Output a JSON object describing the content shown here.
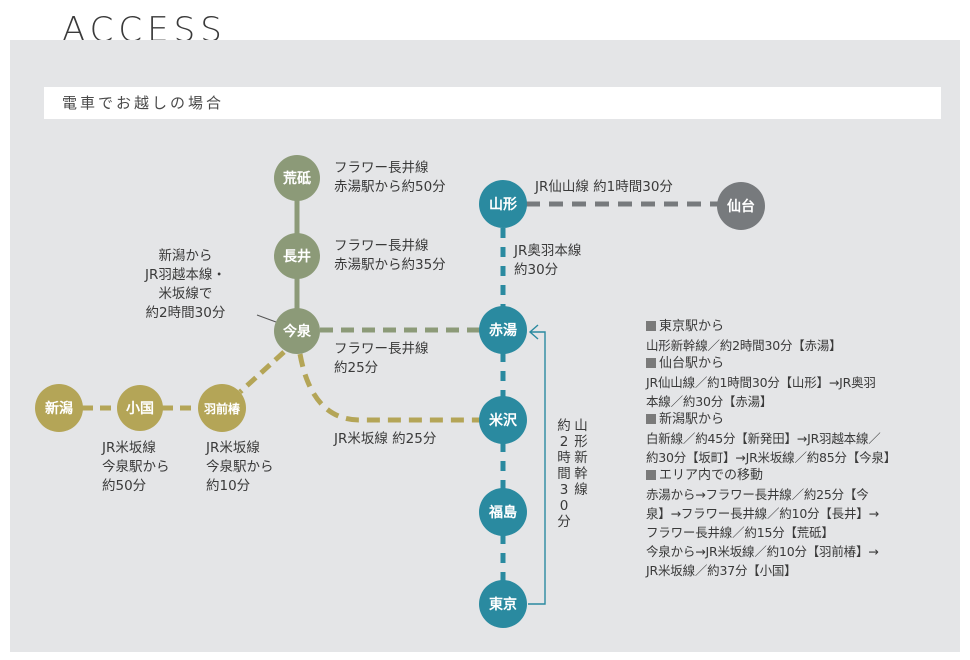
{
  "header": {
    "title": "ACCESS"
  },
  "section": {
    "title": "電車でお越しの場合"
  },
  "colors": {
    "flower_line": "#8c9a78",
    "jr_yonesaka": "#b4a557",
    "jr_ou": "#2a8aa0",
    "sendai": "#777a7d",
    "background_panel": "#e4e5e7"
  },
  "stations": {
    "arato": "荒砥",
    "nagai": "長井",
    "imaizumi": "今泉",
    "yamagata": "山形",
    "sendai": "仙台",
    "akayu": "赤湯",
    "yonezawa": "米沢",
    "fukushima": "福島",
    "tokyo": "東京",
    "niigata": "新潟",
    "oguni": "小国",
    "uzenTsubaki": "羽前椿"
  },
  "labels": {
    "arato_route": [
      "フラワー長井線",
      "赤湯駅から約50分"
    ],
    "nagai_route": [
      "フラワー長井線",
      "赤湯駅から約35分"
    ],
    "niigata_route": [
      "新潟から",
      "JR羽越本線・",
      "米坂線で",
      "約2時間30分"
    ],
    "jr_senzan": "JR仙山線 約1時間30分",
    "jr_ou": [
      "JR奥羽本線",
      "約30分"
    ],
    "flower_imaizumi": [
      "フラワー長井線",
      "約25分"
    ],
    "jr_yonesaka_imaizumi": "JR米坂線 約25分",
    "oguni_route": [
      "JR米坂線",
      "今泉駅から",
      "約50分"
    ],
    "uzen_route": [
      "JR米坂線",
      "今泉駅から",
      "約10分"
    ],
    "shinkansen_col1": "約2時間30分",
    "shinkansen_col2": "山形新幹線"
  },
  "info": [
    {
      "heading": "東京駅から",
      "lines": [
        "山形新幹線／約2時間30分【赤湯】"
      ]
    },
    {
      "heading": "仙台駅から",
      "lines": [
        "JR仙山線／約1時間30分【山形】→JR奥羽",
        "本線／約30分【赤湯】"
      ]
    },
    {
      "heading": "新潟駅から",
      "lines": [
        "白新線／約45分【新発田】→JR羽越本線／",
        "約30分【坂町】→JR米坂線／約85分【今泉】"
      ]
    },
    {
      "heading": "エリア内での移動",
      "lines": [
        "赤湯から→フラワー長井線／約25分【今",
        "泉】→フラワー長井線／約10分【長井】→",
        "フラワー長井線／約15分【荒砥】",
        "今泉から→JR米坂線／約10分【羽前椿】→",
        "JR米坂線／約37分【小国】"
      ]
    }
  ]
}
